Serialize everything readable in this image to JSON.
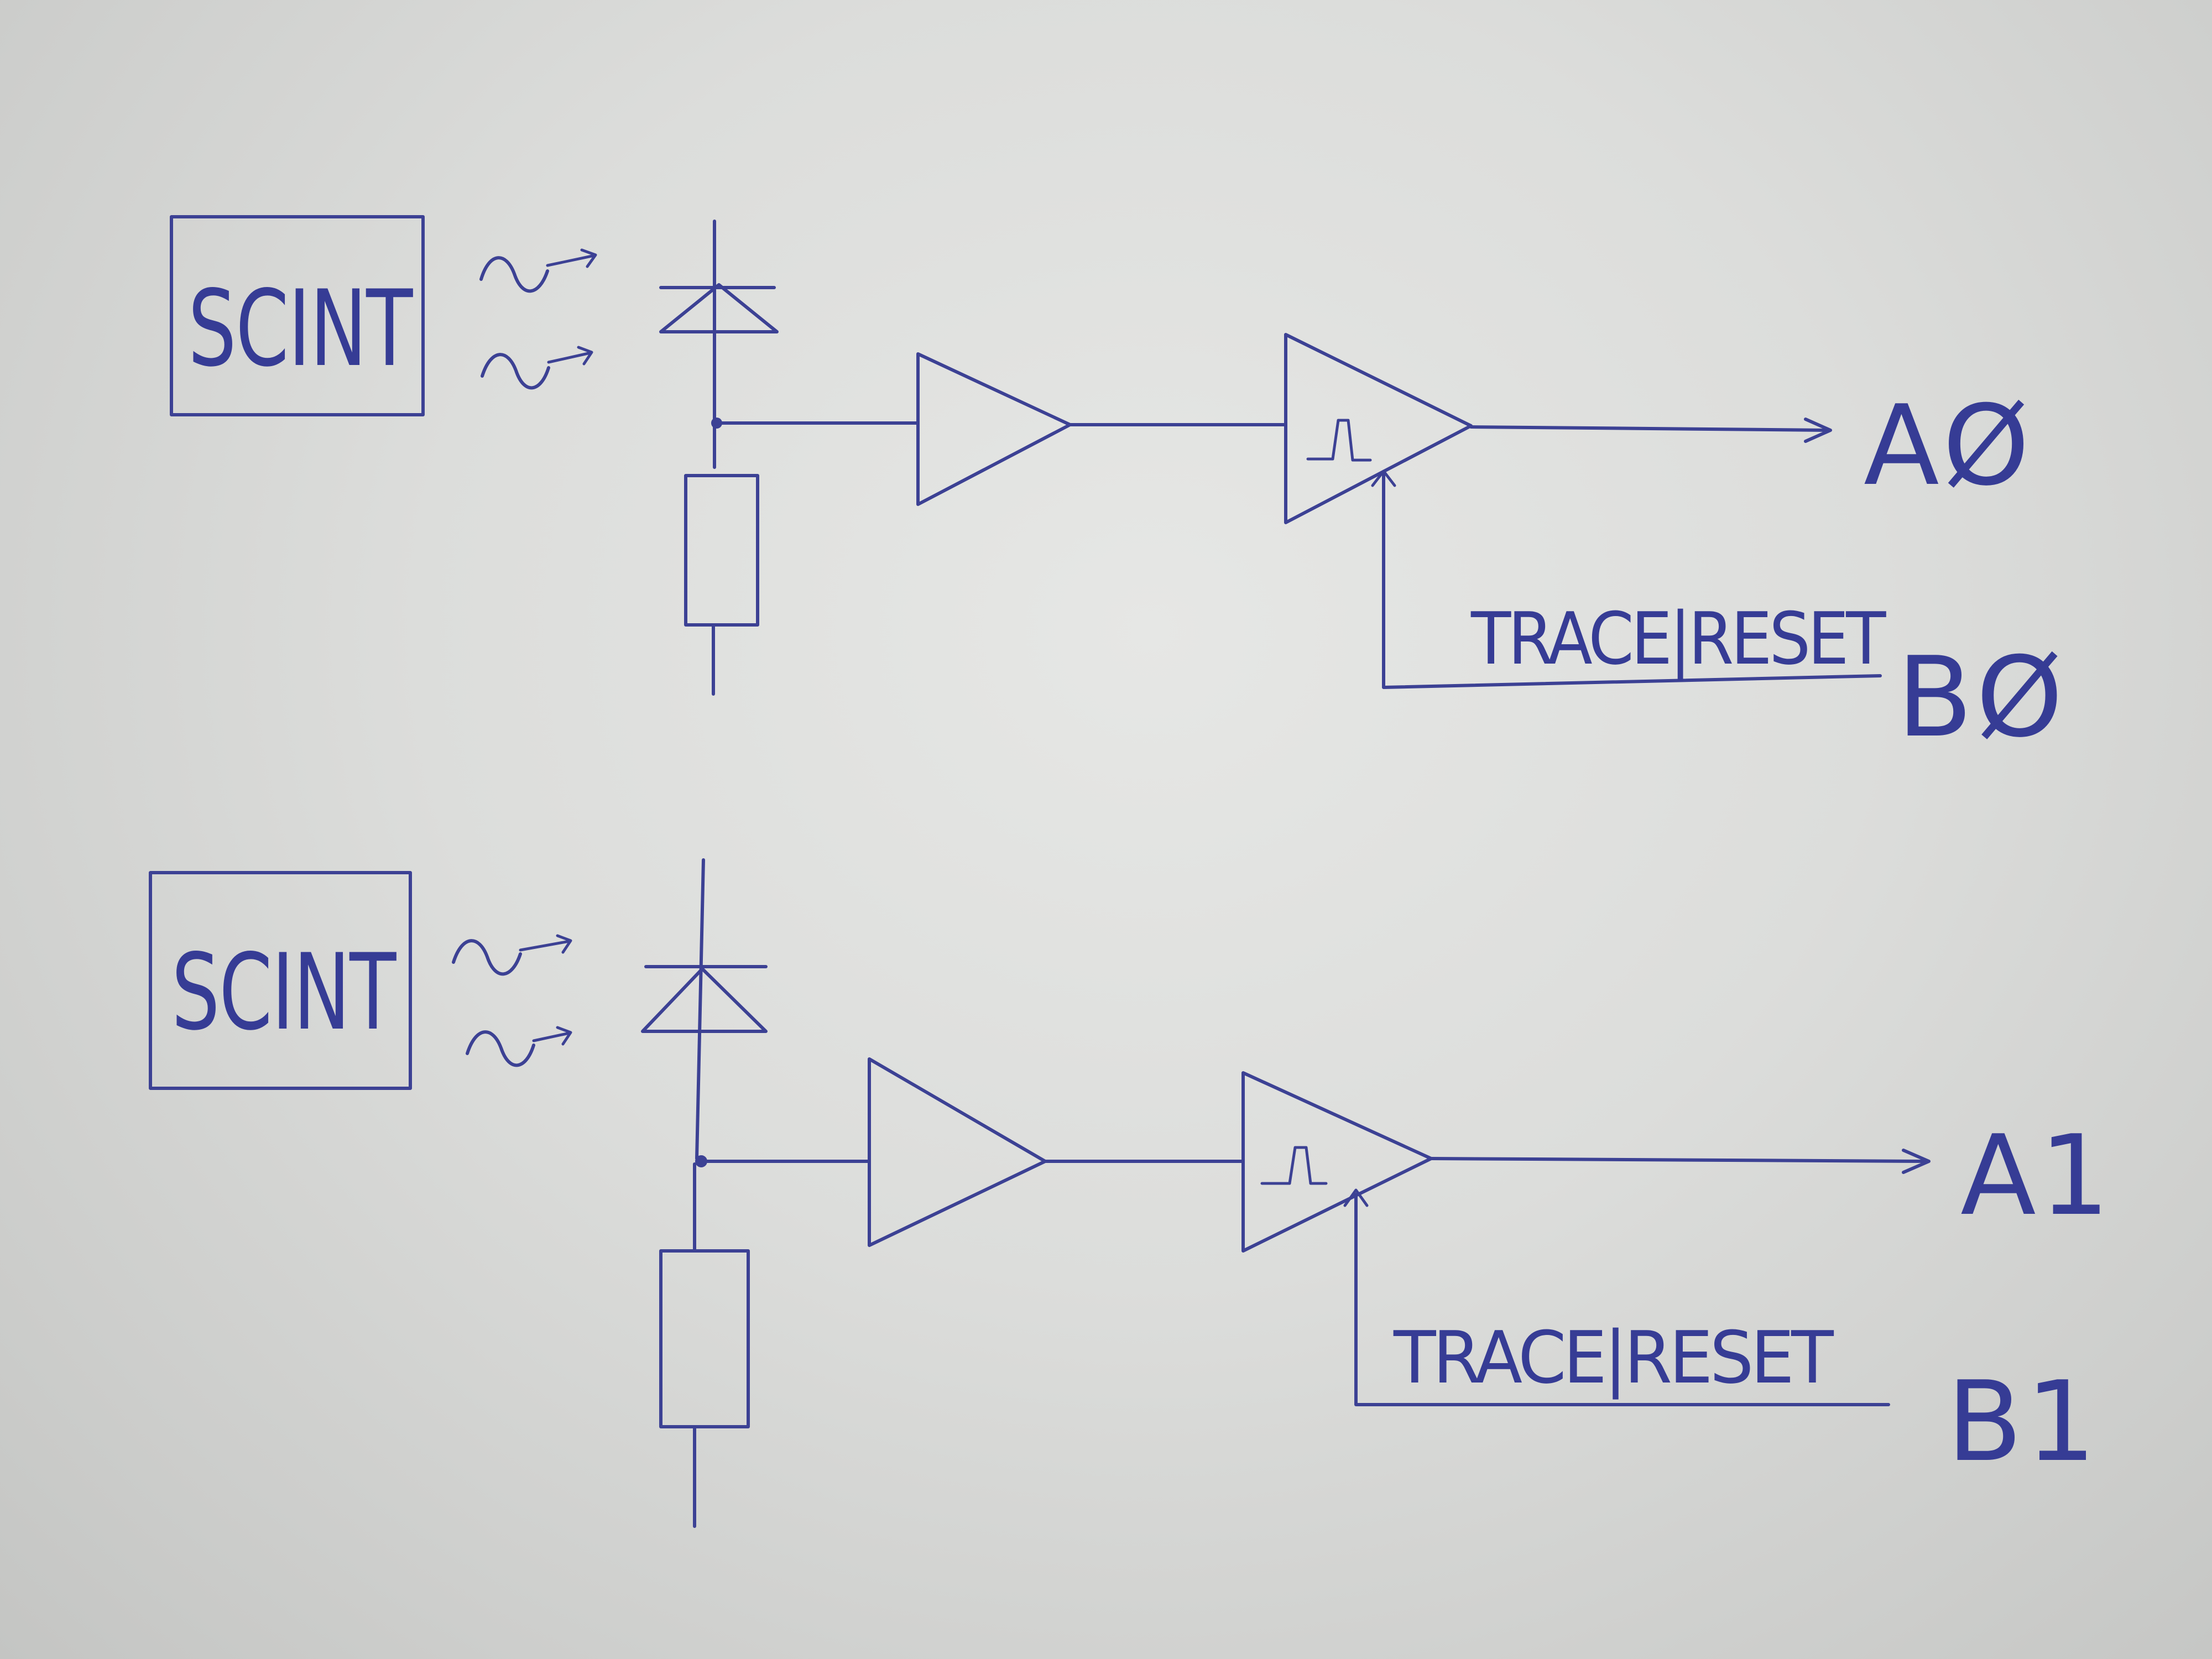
{
  "channels": [
    {
      "scintillator_label": "SCINT",
      "feedback_label": "TRACE|RESET",
      "output_label": "AØ",
      "control_label": "BØ"
    },
    {
      "scintillator_label": "SCINT",
      "feedback_label": "TRACE|RESET",
      "output_label": "A1",
      "control_label": "B1"
    }
  ],
  "colors": {
    "ink": "#3c4194",
    "paper": "#e2e3e1"
  },
  "icons": [
    "light-emission-icon",
    "photodiode-icon",
    "resistor-icon",
    "amplifier-icon",
    "pulse-shaper-icon",
    "arrow-icon"
  ]
}
